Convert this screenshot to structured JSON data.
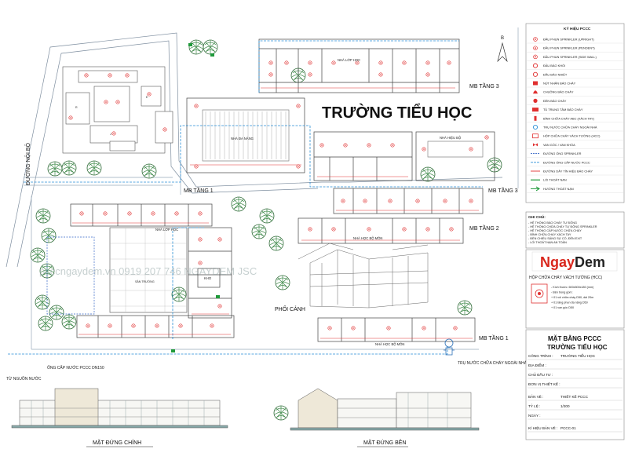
{
  "title": "TRƯỜNG TIỂU HỌC",
  "north": "B",
  "levels": {
    "t3a": "MB TẦNG 3",
    "t3b": "MB TẦNG 3",
    "t2": "MB TẦNG 2",
    "t1a": "MB TẦNG 1",
    "t1b": "MB TẦNG 1"
  },
  "rooms": {
    "classroom_top": "NHÀ LỚP HỌC",
    "hall": "NHÀ ĐA NĂNG",
    "headmaster": "NHÀ HIỆU BỘ",
    "classroom_mid": "NHÀ LỚP HỌC",
    "subject_mid": "NHÀ HỌC BỘ MÔN",
    "subject_low": "NHÀ HỌC BỘ MÔN",
    "store": "KHO",
    "yard": "SÂN TRƯỜNG"
  },
  "road": "ĐƯỜNG NỘI BỘ",
  "perspective": "PHỐI CẢNH",
  "pipe_main": "ỐNG CẤP NƯỚC PCCC DN150",
  "pipe_source": "TỪ NGUỒN NƯỚC",
  "hydrant": "TRỤ NƯỚC CHỮA CHÁY NGOÀI NHÀ",
  "elev_front": "MẶT ĐỨNG CHÍNH",
  "elev_side": "MẶT ĐỨNG BÊN",
  "watermark": "pcccngaydem.vn   0919 207 746   NGAYDEM JSC",
  "legend": {
    "title": "KÝ HIỆU PCCC",
    "items": [
      {
        "sym": "sp",
        "text": "ĐẦU PHUN SPRINKLER (UPRIGHT)"
      },
      {
        "sym": "sp",
        "text": "ĐẦU PHUN SPRINKLER (PENDENT)"
      },
      {
        "sym": "sp",
        "text": "ĐẦU PHUN SPRINKLER (SIDE WALL)"
      },
      {
        "sym": "ring",
        "text": "ĐẦU BÁO KHÓI"
      },
      {
        "sym": "ring",
        "text": "ĐẦU BÁO NHIỆT"
      },
      {
        "sym": "box",
        "text": "NÚT NHẤN BÁO CHÁY"
      },
      {
        "sym": "bell",
        "text": "CHUÔNG BÁO CHÁY"
      },
      {
        "sym": "lamp",
        "text": "ĐÈN BÁO CHÁY"
      },
      {
        "sym": "panel",
        "text": "TỦ TRUNG TÂM BÁO CHÁY"
      },
      {
        "sym": "ext",
        "text": "BÌNH CHỮA CHÁY ABC (XÁCH TAY)"
      },
      {
        "sym": "hyd",
        "text": "TRỤ NƯỚC CHỮA CHÁY NGOÀI NHÀ"
      },
      {
        "sym": "hcc",
        "text": "HỘP CHỮA CHÁY VÁCH TƯỜNG (HCC)"
      },
      {
        "sym": "valve",
        "text": "VAN GÓC / VAN KHÓA"
      },
      {
        "sym": "blue",
        "text": "ĐƯỜNG ỐNG SPRINKLER"
      },
      {
        "sym": "cyan",
        "text": "ĐƯỜNG ỐNG CẤP NƯỚC PCCC"
      },
      {
        "sym": "red",
        "text": "ĐƯỜNG DÂY TÍN HIỆU BÁO CHÁY"
      },
      {
        "sym": "green",
        "text": "LỐI THOÁT NẠN"
      },
      {
        "sym": "greenarr",
        "text": "HƯỚNG THOÁT NẠN"
      }
    ]
  },
  "notes": {
    "title": "GHI CHÚ:",
    "items": [
      "- HỆ THỐNG BÁO CHÁY TỰ ĐỘNG",
      "- HỆ THỐNG CHỮA CHÁY TỰ ĐỘNG SPRINKLER",
      "- HỆ THỐNG CẤP NƯỚC CHỮA CHÁY",
      "- BÌNH CHỮA CHÁY XÁCH TAY",
      "- ĐÈN CHIẾU SÁNG SỰ CỐ, ĐÈN EXIT",
      "- LỐI THOÁT NẠN AN TOÀN"
    ]
  },
  "brand": {
    "left": "Ngay",
    "right": "Dem",
    "red": "#d9261c",
    "dark": "#222222"
  },
  "hcc": {
    "title": "HỘP CHỮA CHÁY VÁCH TƯỜNG (HCC)",
    "lines": [
      "- Kích thước: 600x500x180 (mm)",
      "- Bên trong gồm:",
      "+ 01 vòi chữa cháy D50, dài 20m",
      "+ 01 lăng phun đa năng D50",
      "+ 01 van góc D50"
    ]
  },
  "titleblock": {
    "heading1": "MẶT BẰNG PCCC",
    "heading2": "TRƯỜNG TIỂU HỌC",
    "rows": [
      {
        "k": "CÔNG TRÌNH",
        "v": "TRƯỜNG TIỂU HỌC"
      },
      {
        "k": "ĐỊA ĐIỂM",
        "v": ""
      },
      {
        "k": "CHỦ ĐẦU TƯ",
        "v": ""
      },
      {
        "k": "ĐƠN VỊ THIẾT KẾ",
        "v": ""
      },
      {
        "k": "BẢN VẼ",
        "v": "THIẾT KẾ PCCC"
      },
      {
        "k": "TỶ LỆ",
        "v": "1/200"
      },
      {
        "k": "NGÀY",
        "v": ""
      },
      {
        "k": "KÍ HIỆU BẢN VẼ",
        "v": "PCCC-01"
      }
    ]
  },
  "colors": {
    "fire": "#e03030",
    "pipe": "#2a8fd6",
    "exit": "#1f9a3a",
    "tree": "#3f8a4a"
  }
}
